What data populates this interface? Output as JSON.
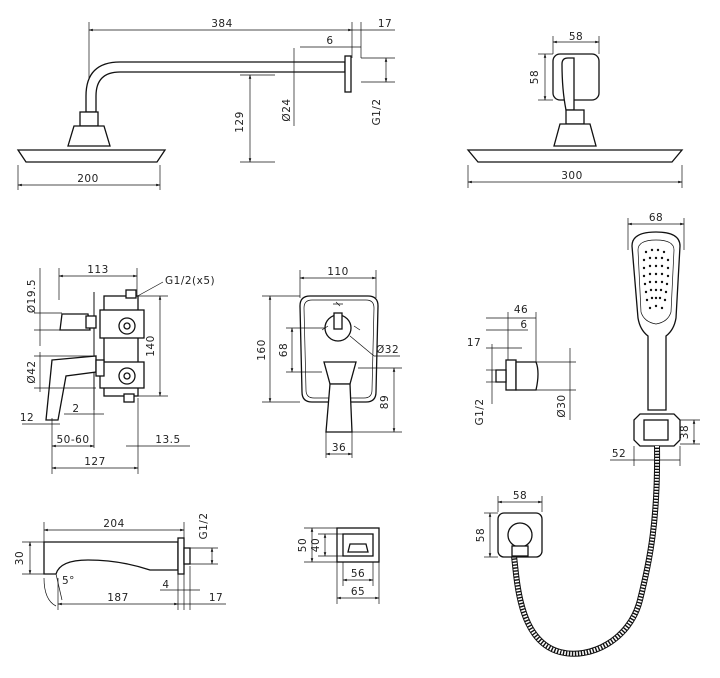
{
  "labels": {
    "d384": "384",
    "d17_top": "17",
    "d6_top": "6",
    "d129": "129",
    "d24": "Ø24",
    "g12_top": "G1/2",
    "d200": "200",
    "d58_w": "58",
    "d58_h": "58",
    "d300": "300",
    "d113": "113",
    "g12x5": "G1/2(x5)",
    "d195": "Ø19.5",
    "d140": "140",
    "d42": "Ø42",
    "d2": "2",
    "d12": "12",
    "d5060": "50-60",
    "d135": "13.5",
    "d127": "127",
    "d110": "110",
    "d160": "160",
    "d68_v": "68",
    "d32": "Ø32",
    "d89": "89",
    "d36": "36",
    "d46": "46",
    "d6_mid": "6",
    "d17_mid": "17",
    "g12_mid": "G1/2",
    "d30_mid": "Ø30",
    "d68_top": "68",
    "d38": "38",
    "d52": "52",
    "d204": "204",
    "g12_spout": "G1/2",
    "d30_spout": "30",
    "d5deg": "5°",
    "d4": "4",
    "d187": "187",
    "d17_spout": "17",
    "d50": "50",
    "d40": "40",
    "d56": "56",
    "d65": "65",
    "d58_bw": "58",
    "d58_bh": "58"
  }
}
